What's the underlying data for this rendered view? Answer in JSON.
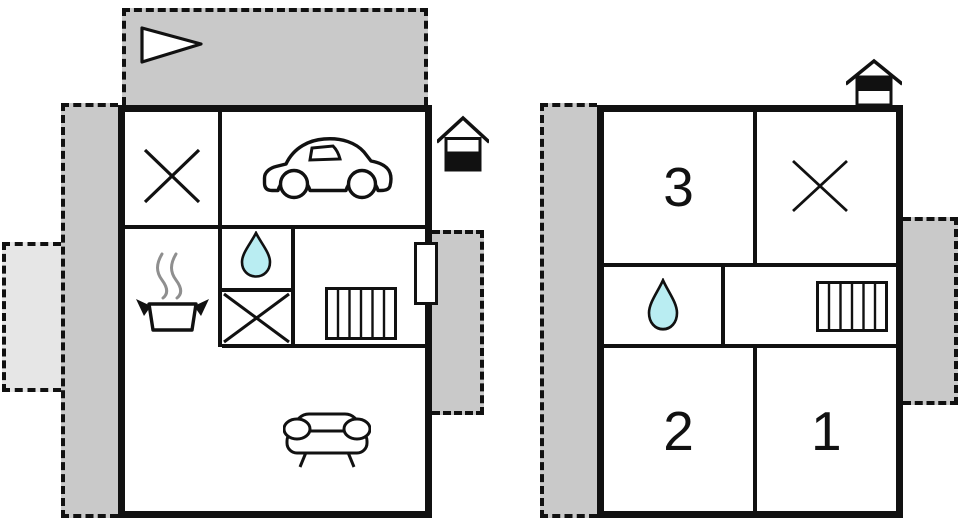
{
  "colors": {
    "wall": "#111111",
    "terrace": "#c9c9c9",
    "patio": "#e6e6e6",
    "water": "#b9edf2",
    "steam": "#8f8f8f",
    "paper": "#ffffff"
  },
  "ground_floor": {
    "icons": [
      "entrance-arrow",
      "x-marker",
      "car",
      "cooking-pot",
      "water-drop",
      "crossed-box",
      "radiator",
      "door",
      "sofa",
      "house-level-ground"
    ]
  },
  "upper_floor": {
    "labels": {
      "room1": "1",
      "room2": "2",
      "room3": "3"
    },
    "icons": [
      "house-level-upper",
      "x-marker",
      "water-drop",
      "radiator"
    ]
  }
}
